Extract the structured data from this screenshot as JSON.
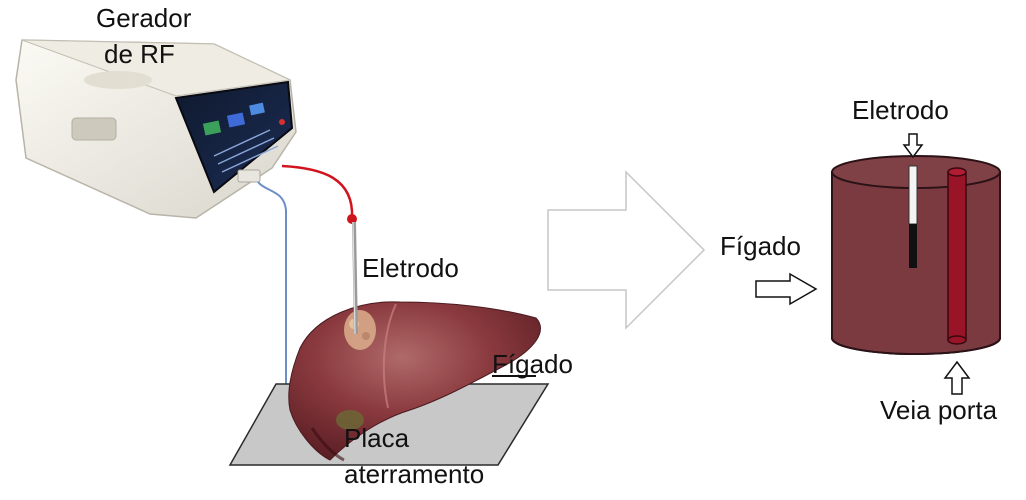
{
  "labels": {
    "generator_line1": "Gerador",
    "generator_line2": "de RF",
    "electrode_left": "Eletrodo",
    "liver_left": "Fígado",
    "plate_line1": "Placa",
    "plate_line2": "aterramento",
    "electrode_right": "Eletrodo",
    "liver_right": "Fígado",
    "portal_vein": "Veia porta"
  },
  "colors": {
    "cylinder_fill": "#7a3a40",
    "vein_fill": "#9a1428",
    "red_cable": "#d0141e",
    "blue_cable": "#6d8fc8",
    "plate_fill": "#c8c8c8",
    "liver_fill": "#8a3a3e"
  }
}
